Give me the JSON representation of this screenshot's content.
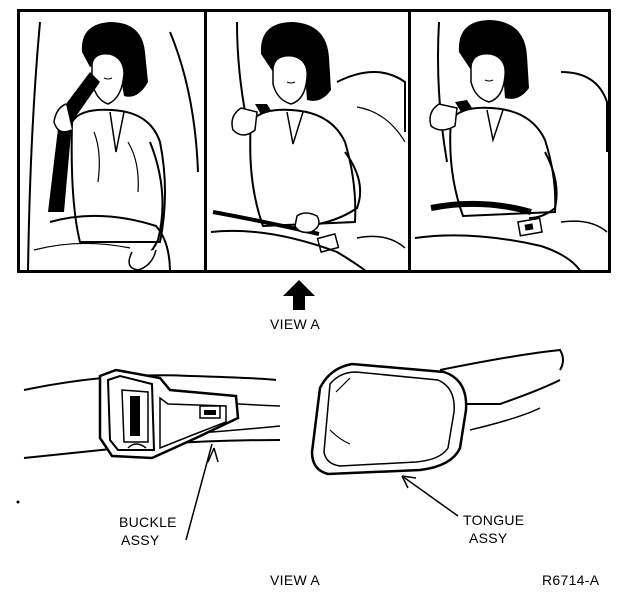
{
  "figure": {
    "view_label_top": "VIEW A",
    "view_label_bottom": "VIEW A",
    "buckle_label": [
      "BUCKLE",
      "ASSY"
    ],
    "tongue_label": [
      "TONGUE",
      "ASSY"
    ],
    "figure_id": "R6714-A"
  },
  "colors": {
    "ink": "#000000",
    "paper": "#ffffff"
  }
}
